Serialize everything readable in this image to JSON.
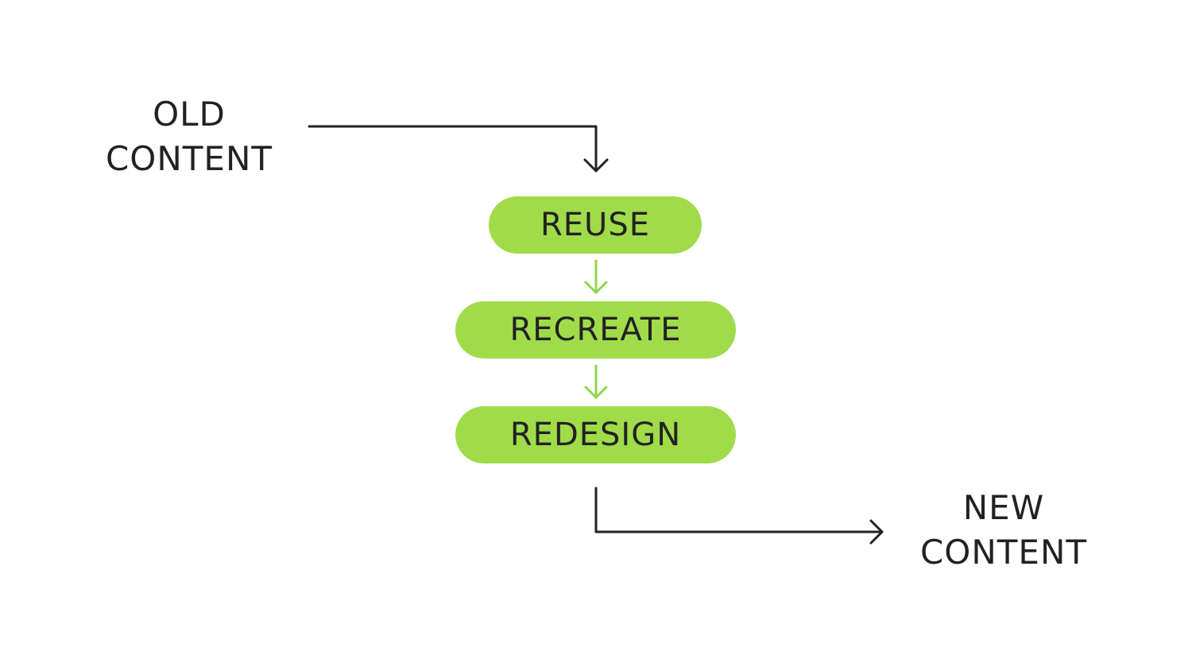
{
  "old_content": {
    "line1": "OLD",
    "line2": "CONTENT"
  },
  "new_content": {
    "line1": "NEW",
    "line2": "CONTENT"
  },
  "steps": [
    {
      "label": "REUSE"
    },
    {
      "label": "RECREATE"
    },
    {
      "label": "REDESIGN"
    }
  ],
  "colors": {
    "pill_fill": "#a0dc4a",
    "step_arrow": "#8fd64a",
    "flow_line": "#222222",
    "text": "#222222"
  }
}
